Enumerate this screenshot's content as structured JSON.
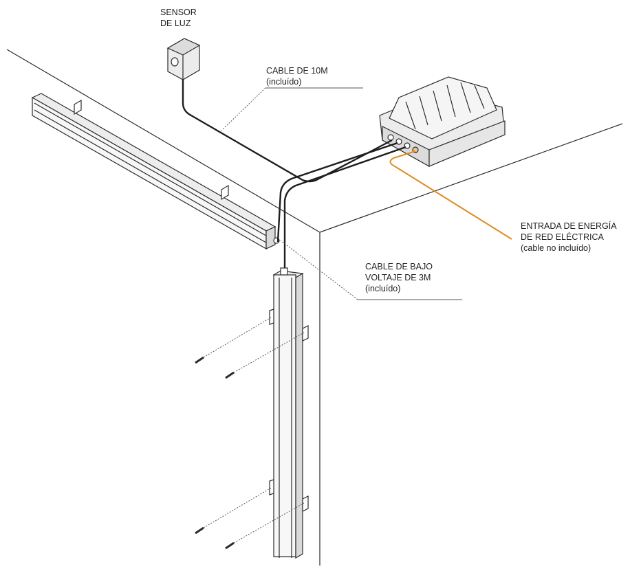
{
  "labels": {
    "sensor": {
      "line1": "SENSOR",
      "line2": "DE LUZ"
    },
    "cable_10m": {
      "line1": "CABLE DE 10M",
      "line2": "(incluído)"
    },
    "mains_input": {
      "line1": "ENTRADA DE ENERGÍA",
      "line2": "DE RED ELÉCTRICA",
      "line3": "(cable no incluído)"
    },
    "cable_3m": {
      "line1": "CABLE DE BAJO",
      "line2": "VOLTAJE DE 3M",
      "line3": "(incluído)"
    }
  },
  "colors": {
    "line": "#2b2b2b",
    "cable": "#1e1e1e",
    "mains_cable": "#e08a1e",
    "fixture_fill": "#f7f7f7",
    "shade": "#d9d9d9"
  }
}
